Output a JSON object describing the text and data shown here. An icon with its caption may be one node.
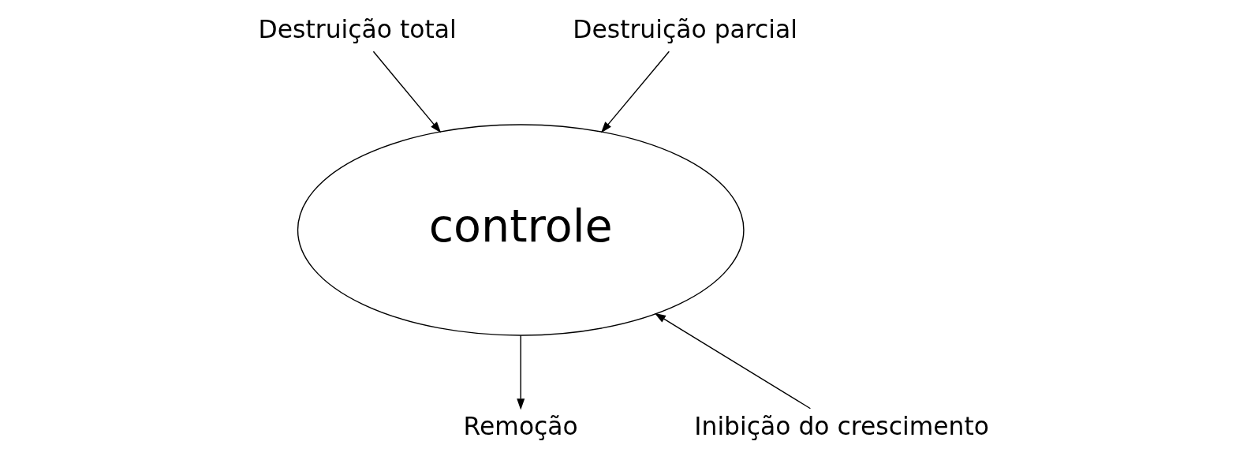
{
  "diagram": {
    "nodes": [
      {
        "text": [
          "Destruição total"
        ]
      },
      {
        "text": [
          "Destruição parcial"
        ]
      },
      {
        "text": [
          "controle"
        ]
      },
      {
        "text": [
          "Inibição do crescimento"
        ]
      },
      {
        "text": [
          "Remoção"
        ]
      }
    ],
    "edges": [
      {
        "from": 0,
        "to": 2,
        "arrow": "to"
      },
      {
        "from": 1,
        "to": 2,
        "arrow": "to"
      },
      {
        "from": 3,
        "to": 2,
        "arrow": "to"
      },
      {
        "from": 2,
        "to": 4,
        "arrow": "to"
      }
    ]
  }
}
